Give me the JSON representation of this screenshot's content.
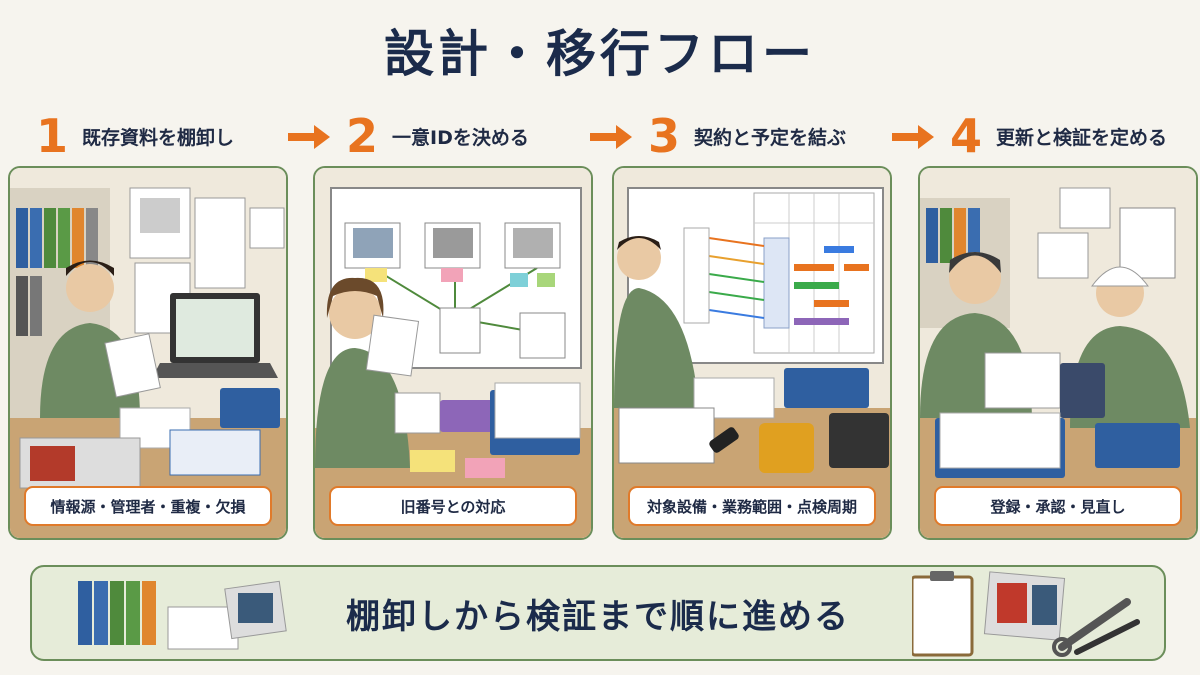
{
  "title": "設計・移行フロー",
  "steps": [
    {
      "num": "1",
      "label": "既存資料を棚卸し",
      "caption": "情報源・管理者・重複・欠損"
    },
    {
      "num": "2",
      "label": "一意IDを決める",
      "caption": "旧番号との対応"
    },
    {
      "num": "3",
      "label": "契約と予定を結ぶ",
      "caption": "対象設備・業務範囲・点検周期"
    },
    {
      "num": "4",
      "label": "更新と検証を定める",
      "caption": "登録・承認・見直し"
    }
  ],
  "footer": {
    "text": "棚卸しから検証まで順に進める"
  },
  "colors": {
    "accent": "#e8731f",
    "panel_border": "#6b8e5a",
    "title": "#1b2b4b",
    "footer_bg": "#e6ecd9"
  }
}
